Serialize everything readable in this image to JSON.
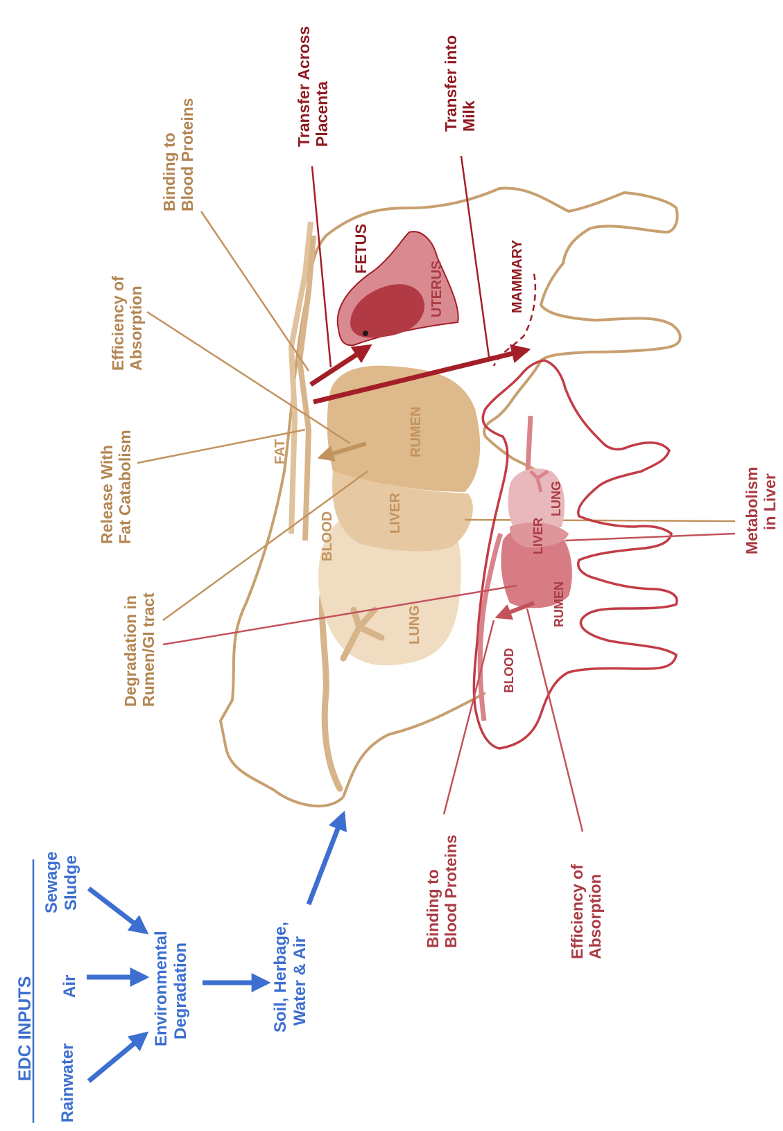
{
  "colors": {
    "blue": "#3d6fd0",
    "tan": "#c8a070",
    "tan_dark": "#b38552",
    "red": "#b8404a",
    "dark_red": "#8f1b22"
  },
  "edc": {
    "title": "EDC INPUTS",
    "rainwater": "Rainwater",
    "air": "Air",
    "sewage": [
      "Sewage",
      "Sludge"
    ],
    "env_degradation": [
      "Environmental",
      "Degradation"
    ],
    "soil": [
      "Soil, Herbage,",
      "Water & Air"
    ]
  },
  "adult": {
    "fat": "FAT",
    "blood": "BLOOD",
    "rumen": "RUMEN",
    "liver": "LIVER",
    "lung": "LUNG",
    "release": [
      "Release With",
      "Fat Catabolism"
    ],
    "efficiency": [
      "Efficiency of",
      "Absorption"
    ],
    "binding": [
      "Binding to",
      "Blood Proteins"
    ],
    "degradation": [
      "Degradation in",
      "Rumen/GI tract"
    ],
    "metabolism": [
      "Metabolism",
      "in Liver"
    ]
  },
  "calf": {
    "blood": "BLOOD",
    "rumen": "RUMEN",
    "liver": "LIVER",
    "lung": "LUNG",
    "binding": [
      "Binding to",
      "Blood Proteins"
    ],
    "efficiency": [
      "Efficiency of",
      "Absorption"
    ]
  },
  "repro": {
    "fetus": "FETUS",
    "uterus": "UTERUS",
    "mammary": "MAMMARY",
    "placenta": [
      "Transfer Across",
      "Placenta"
    ],
    "milk": [
      "Transfer into",
      "Milk"
    ]
  }
}
